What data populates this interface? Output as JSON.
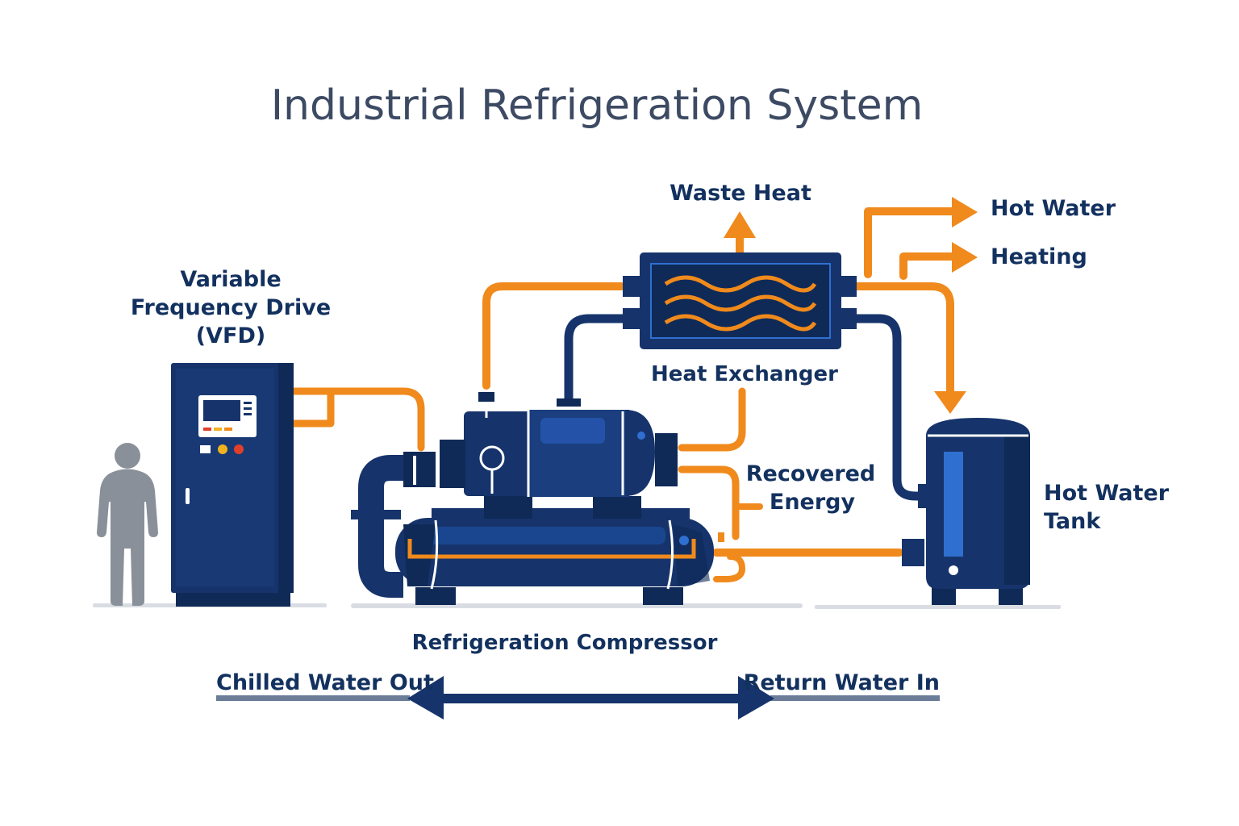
{
  "title": "Industrial Refrigeration System",
  "labels": {
    "vfd_line1": "Variable",
    "vfd_line2": "Frequency Drive",
    "vfd_line3": "(VFD)",
    "waste_heat": "Waste Heat",
    "hot_water": "Hot Water",
    "heating": "Heating",
    "heat_exchanger": "Heat Exchanger",
    "recovered_line1": "Recovered",
    "recovered_line2": "Energy",
    "tank_line1": "Hot Water",
    "tank_line2": "Tank",
    "compressor": "Refrigeration Compressor",
    "chilled_out": "Chilled Water Out",
    "return_in": "Return Water In"
  },
  "colors": {
    "navy": "#16346b",
    "navy_dark": "#0f2a57",
    "orange": "#f08a1c",
    "title_gray": "#3d4a63",
    "person_gray": "#8a9099",
    "shadow": "#d9dde3"
  },
  "icons": [
    "person-icon",
    "vfd-cabinet-icon",
    "compressor-icon",
    "heat-exchanger-icon",
    "hot-water-tank-icon"
  ]
}
